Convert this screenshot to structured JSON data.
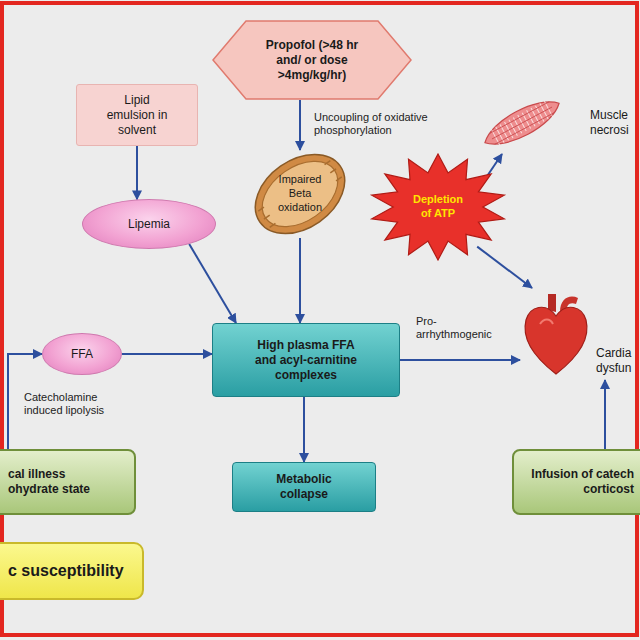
{
  "diagram": {
    "nodes": [
      {
        "text": [
          "Propofol (>48 hr and/ or dose >4mg/kg/hr)"
        ]
      },
      {
        "text": [
          "Lipid emulsion in solvent"
        ]
      },
      {
        "text": [
          "Muscle necrosi"
        ]
      },
      {
        "text": [
          "Impaired Beta oxidation"
        ]
      },
      {
        "text": [
          "Depletion of ATP"
        ]
      },
      {
        "text": [
          "Lipemia"
        ]
      },
      {
        "text": [
          "FFA"
        ]
      },
      {
        "text": [
          "High plasma FFA and acyl-carnitine complexes"
        ]
      },
      {
        "text": [
          "Cardia dysfun"
        ]
      },
      {
        "text": [
          "cal illness ohydrate state"
        ]
      },
      {
        "text": [
          "Metabolic collapse"
        ]
      },
      {
        "text": [
          "Infusion of catech corticost"
        ]
      },
      {
        "text": [
          "c susceptibility"
        ]
      }
    ],
    "edges": [
      {
        "from": 0,
        "to": 3,
        "arrow": "to",
        "label": "Uncoupling of oxidative phosphorylation"
      },
      {
        "from": 1,
        "to": 5,
        "arrow": "to"
      },
      {
        "from": 4,
        "to": 2,
        "arrow": "to"
      },
      {
        "from": 4,
        "to": 8,
        "arrow": "to"
      },
      {
        "from": 5,
        "to": 7,
        "arrow": "to"
      },
      {
        "from": 3,
        "to": 7,
        "arrow": "to"
      },
      {
        "from": 6,
        "to": 7,
        "arrow": "to"
      },
      {
        "from": 7,
        "to": 8,
        "arrow": "to",
        "label": "Pro- arrhythmogenic"
      },
      {
        "from": 7,
        "to": 10,
        "arrow": "to"
      },
      {
        "from": 9,
        "to": 6,
        "arrow": "to",
        "label": "Catecholamine induced lipolysis"
      },
      {
        "from": 11,
        "to": 8,
        "arrow": "to"
      }
    ]
  }
}
